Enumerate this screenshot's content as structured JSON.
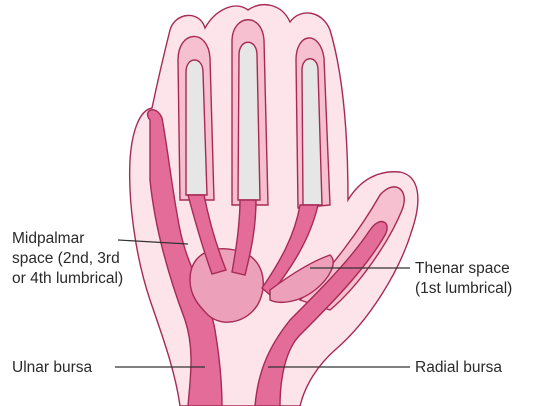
{
  "labels": {
    "midpalmar": [
      "Midpalmar",
      "space (2nd, 3rd",
      "or 4th lumbrical)"
    ],
    "thenar": [
      "Thenar space",
      "(1st lumbrical)"
    ],
    "ulnar": "Ulnar bursa",
    "radial": "Radial bursa"
  },
  "colors": {
    "skin": "#fde4ea",
    "outline": "#a62a55",
    "sheath_light": "#f6c0d0",
    "sheath_mid": "#eda0ba",
    "bursa": "#e36d98",
    "tendon": "#e6e6e6"
  }
}
